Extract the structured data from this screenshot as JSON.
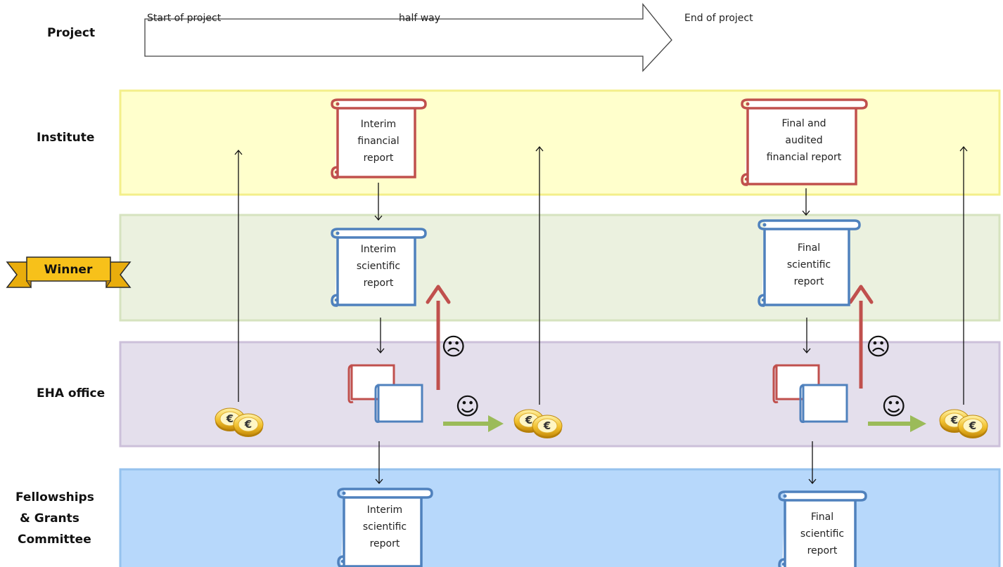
{
  "lanes": [
    {
      "label_lines": [
        "Project"
      ]
    },
    {
      "label_lines": [
        "Institute"
      ],
      "fill": "#ffffcc",
      "stroke": "#f3ef8a"
    },
    {
      "label_lines": [
        "Winner"
      ],
      "fill": "#ebf1df",
      "stroke": "#d6e3bf"
    },
    {
      "label_lines": [
        "EHA office"
      ],
      "fill": "#e4dfec",
      "stroke": "#ccc0da"
    },
    {
      "label_lines": [
        "Fellowships",
        "& Grants",
        "Committee"
      ],
      "fill": "#b7d8fb",
      "stroke": "#95c2ee"
    }
  ],
  "timeline": {
    "start": "Start of project",
    "half": "half way",
    "end": "End of project"
  },
  "winner_ribbon": {
    "text": "Winner",
    "color": "#f7c11a"
  },
  "documents": {
    "interim_financial": [
      "Interim",
      "financial",
      "report"
    ],
    "final_financial": [
      "Final and",
      "audited",
      "financial report"
    ],
    "interim_scientific": [
      "Interim",
      "scientific",
      "report"
    ],
    "final_scientific": [
      "Final",
      "scientific",
      "report"
    ]
  },
  "colors": {
    "financial": "#c0504d",
    "scientific": "#4f81bd",
    "approve": "#9bbb59",
    "reject": "#c0504d"
  },
  "faces": {
    "sad": "☹",
    "happy": "☺"
  },
  "icons": {
    "euro": "€"
  }
}
